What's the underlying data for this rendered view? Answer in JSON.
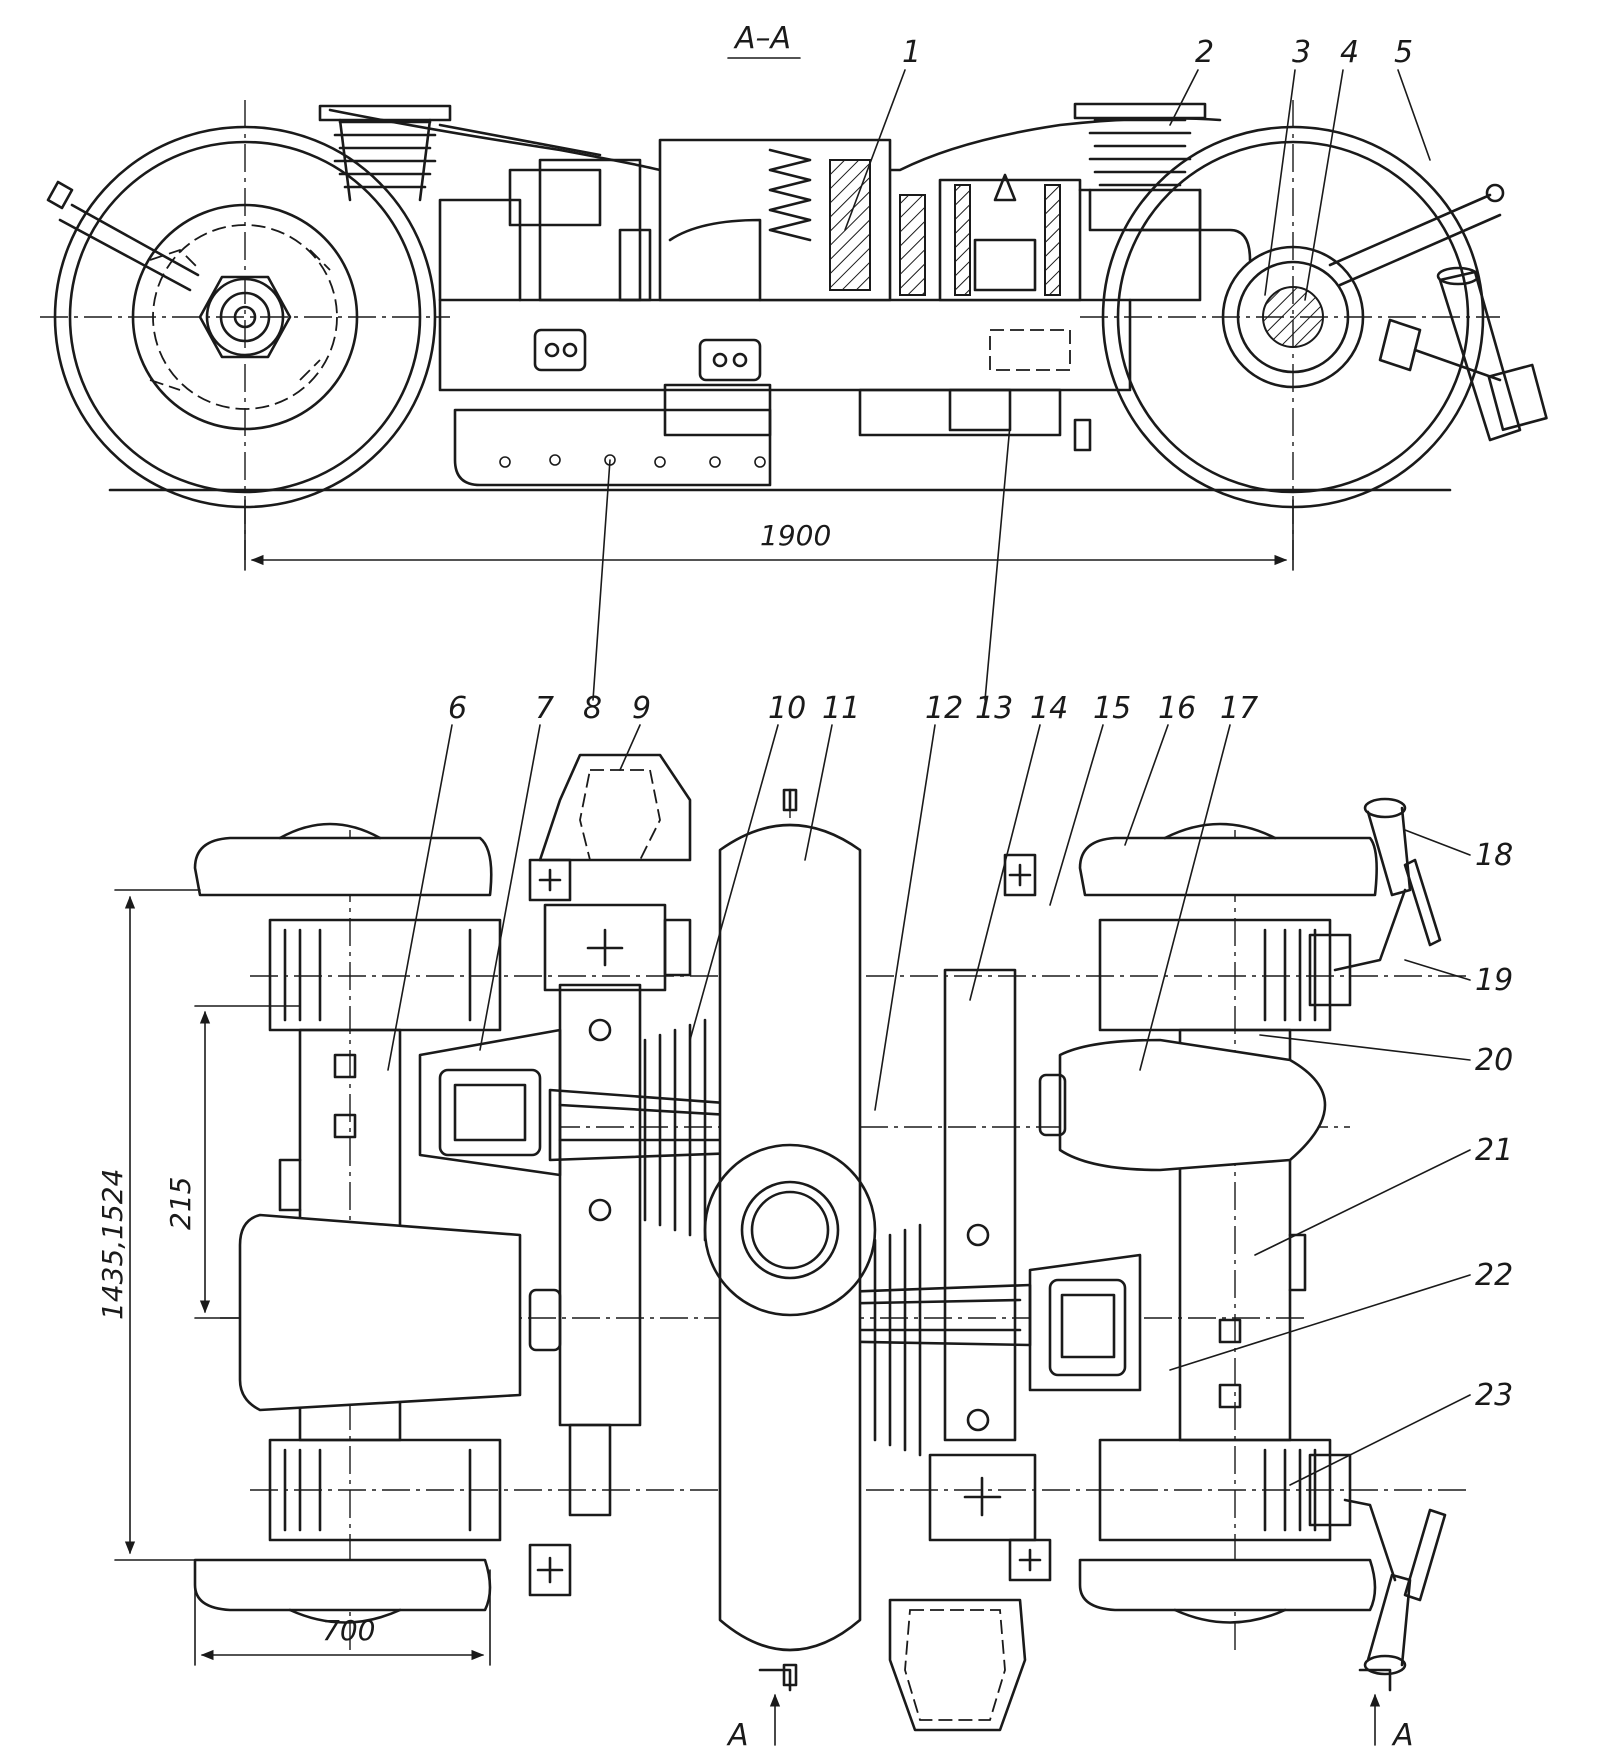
{
  "section_title": "A–A",
  "dimensions": {
    "wheelbase": "1900",
    "gauge": "1435,1524",
    "offset": "215",
    "width": "700"
  },
  "section_marks": [
    "A",
    "A"
  ],
  "callouts": [
    "1",
    "2",
    "3",
    "4",
    "5",
    "6",
    "7",
    "8",
    "9",
    "10",
    "11",
    "12",
    "13",
    "14",
    "15",
    "16",
    "17",
    "18",
    "19",
    "20",
    "21",
    "22",
    "23"
  ]
}
